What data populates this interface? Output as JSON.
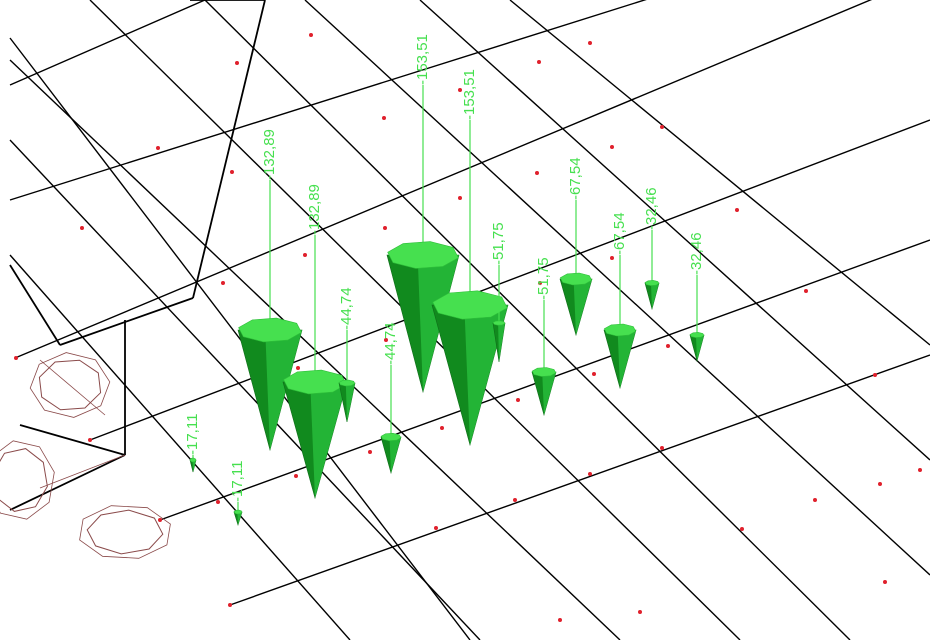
{
  "viewport": {
    "background": "#ffffff"
  },
  "colors": {
    "grid": "#000000",
    "node": "#e0202c",
    "load": "#46e04f",
    "load_dark": "#118a1e",
    "column": "#8a4a4a"
  },
  "load_labels": [
    "-17,11",
    "-17,11",
    "-132,89",
    "-132,89",
    "-44,74",
    "-44,74",
    "-153,51",
    "-153,51",
    "-51,75",
    "-51,75",
    "-67,54",
    "-67,54",
    "-32,46",
    "-32,46"
  ]
}
